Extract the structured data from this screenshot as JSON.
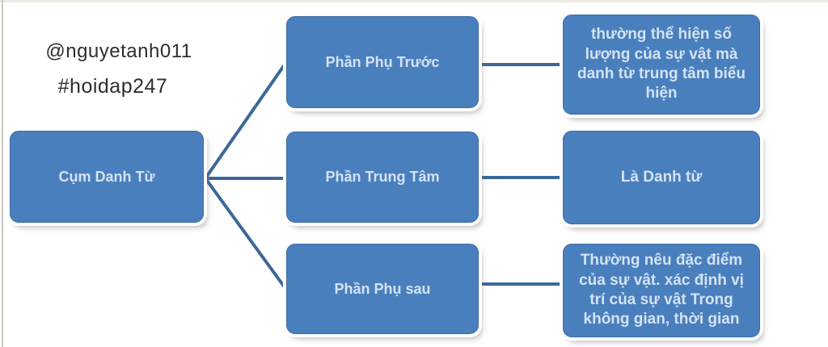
{
  "watermark": {
    "handle": "@nguyetanh011",
    "hashtag": "#hoidap247"
  },
  "colors": {
    "node_fill": "#4a7fbe",
    "node_border": "#3d6ba3",
    "node_text": "#d3e3f4",
    "connector": "#3c6897",
    "watermark_text": "#2e2e2e"
  },
  "diagram": {
    "root": {
      "label": "Cụm Danh Từ"
    },
    "branches": [
      {
        "label": "Phần Phụ Trước",
        "description": "thường thể hiện số lượng của sự vật mà danh từ trung tâm biểu hiện"
      },
      {
        "label": "Phần Trung Tâm",
        "description": "Là Danh từ"
      },
      {
        "label": "Phần Phụ sau",
        "description": "Thường nêu đặc điểm của sự vật. xác định vị trí của sự vật Trong không gian, thời gian"
      }
    ]
  }
}
